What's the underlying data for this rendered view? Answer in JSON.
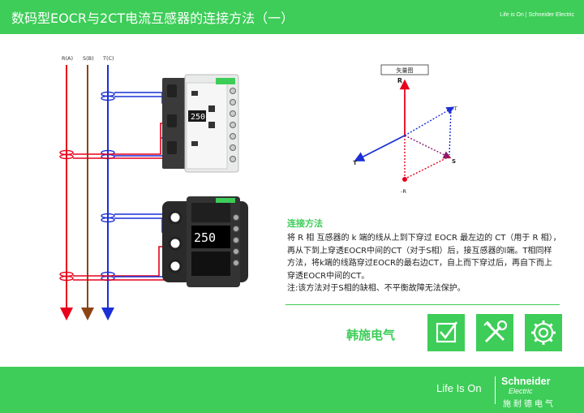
{
  "header": {
    "title": "数码型EOCR与2CT电流互感器的连接方法（一）",
    "brand": "Life is On | Schneider Electric"
  },
  "diagram": {
    "phase_labels": [
      "R(A)",
      "S(B)",
      "T(C)"
    ],
    "colors": {
      "R": "#e8001c",
      "S": "#8b4513",
      "T": "#1a2fd6",
      "device": "#333333"
    },
    "display_value": "250"
  },
  "vector_diagram": {
    "title": "矢量图",
    "labels": {
      "R": "R",
      "S": "S",
      "T": "T",
      "neg_t": "-T",
      "neg_r": "-R"
    }
  },
  "section": {
    "heading": "连接方法",
    "lines": [
      "将 R 相 互感器的 k 端的线从上到下穿过 EOCR 最左边的 CT（用于 R 相），",
      "再从下到上穿透EOCR中间的CT（对于S相）后，接互感器的l端。T相同样",
      "方法，将k端的线路穿过EOCR的最右边CT，自上而下穿过后，再自下而上",
      "穿透EOCR中间的CT。",
      "注:该方法对于S相的缺相、不平衡故障无法保护。"
    ]
  },
  "footer_row": {
    "company": "韩施电气",
    "icons": [
      "checkbox-icon",
      "tools-icon",
      "gear-icon"
    ]
  },
  "bottom": {
    "tagline": "Life Is On",
    "brand_name": "Schneider",
    "brand_sub": "Electric",
    "brand_cn": "施耐德电气"
  }
}
